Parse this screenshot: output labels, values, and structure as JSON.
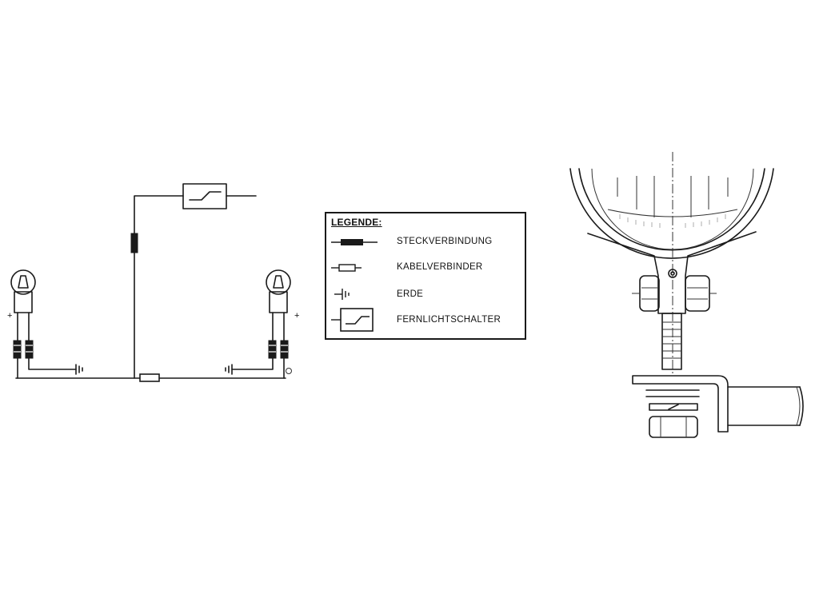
{
  "legend": {
    "title": "LEGENDE:",
    "items": [
      {
        "symbol": "plug-connection-symbol",
        "label": "STECKVERBINDUNG"
      },
      {
        "symbol": "cable-connector-symbol",
        "label": "KABELVERBINDER"
      },
      {
        "symbol": "ground-symbol",
        "label": "ERDE"
      },
      {
        "symbol": "high-beam-switch-symbol",
        "label": "FERNLICHTSCHALTER"
      }
    ]
  },
  "wiring": {
    "left_lamp_polarity": "+",
    "right_lamp_polarity": "+"
  }
}
